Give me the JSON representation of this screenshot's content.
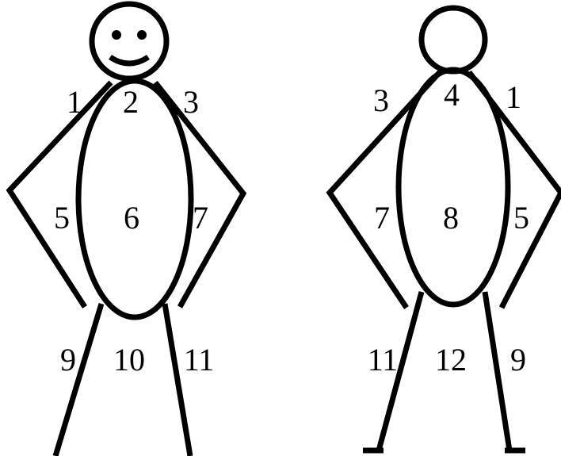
{
  "figures": [
    {
      "id": "front",
      "face": "smiling",
      "labels": [
        "1",
        "2",
        "3",
        "5",
        "6",
        "7",
        "9",
        "10",
        "11"
      ]
    },
    {
      "id": "back",
      "face": "blank",
      "labels": [
        "3",
        "4",
        "1",
        "7",
        "8",
        "5",
        "11",
        "12",
        "9"
      ]
    }
  ],
  "colors": {
    "stroke": "#000000",
    "background": "#ffffff"
  }
}
